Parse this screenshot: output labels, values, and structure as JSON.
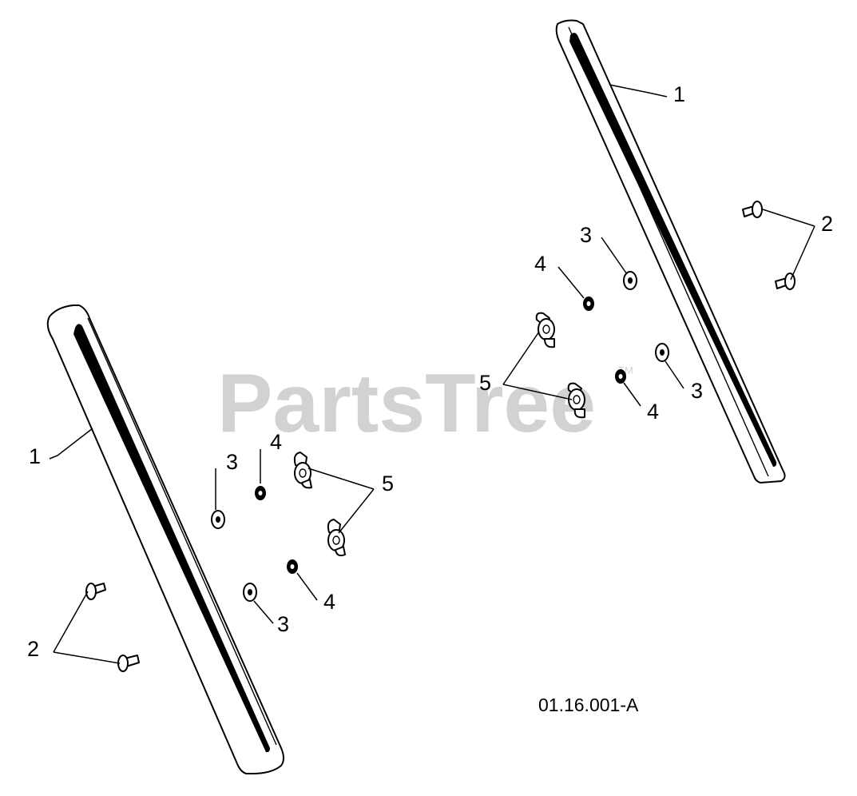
{
  "watermark": {
    "text": "PartsTree",
    "trademark": "TM"
  },
  "diagram_code": "01.16.001-A",
  "callouts": {
    "rail": "1",
    "bolt": "2",
    "washer": "3",
    "nut": "4",
    "wing_nut": "5"
  }
}
